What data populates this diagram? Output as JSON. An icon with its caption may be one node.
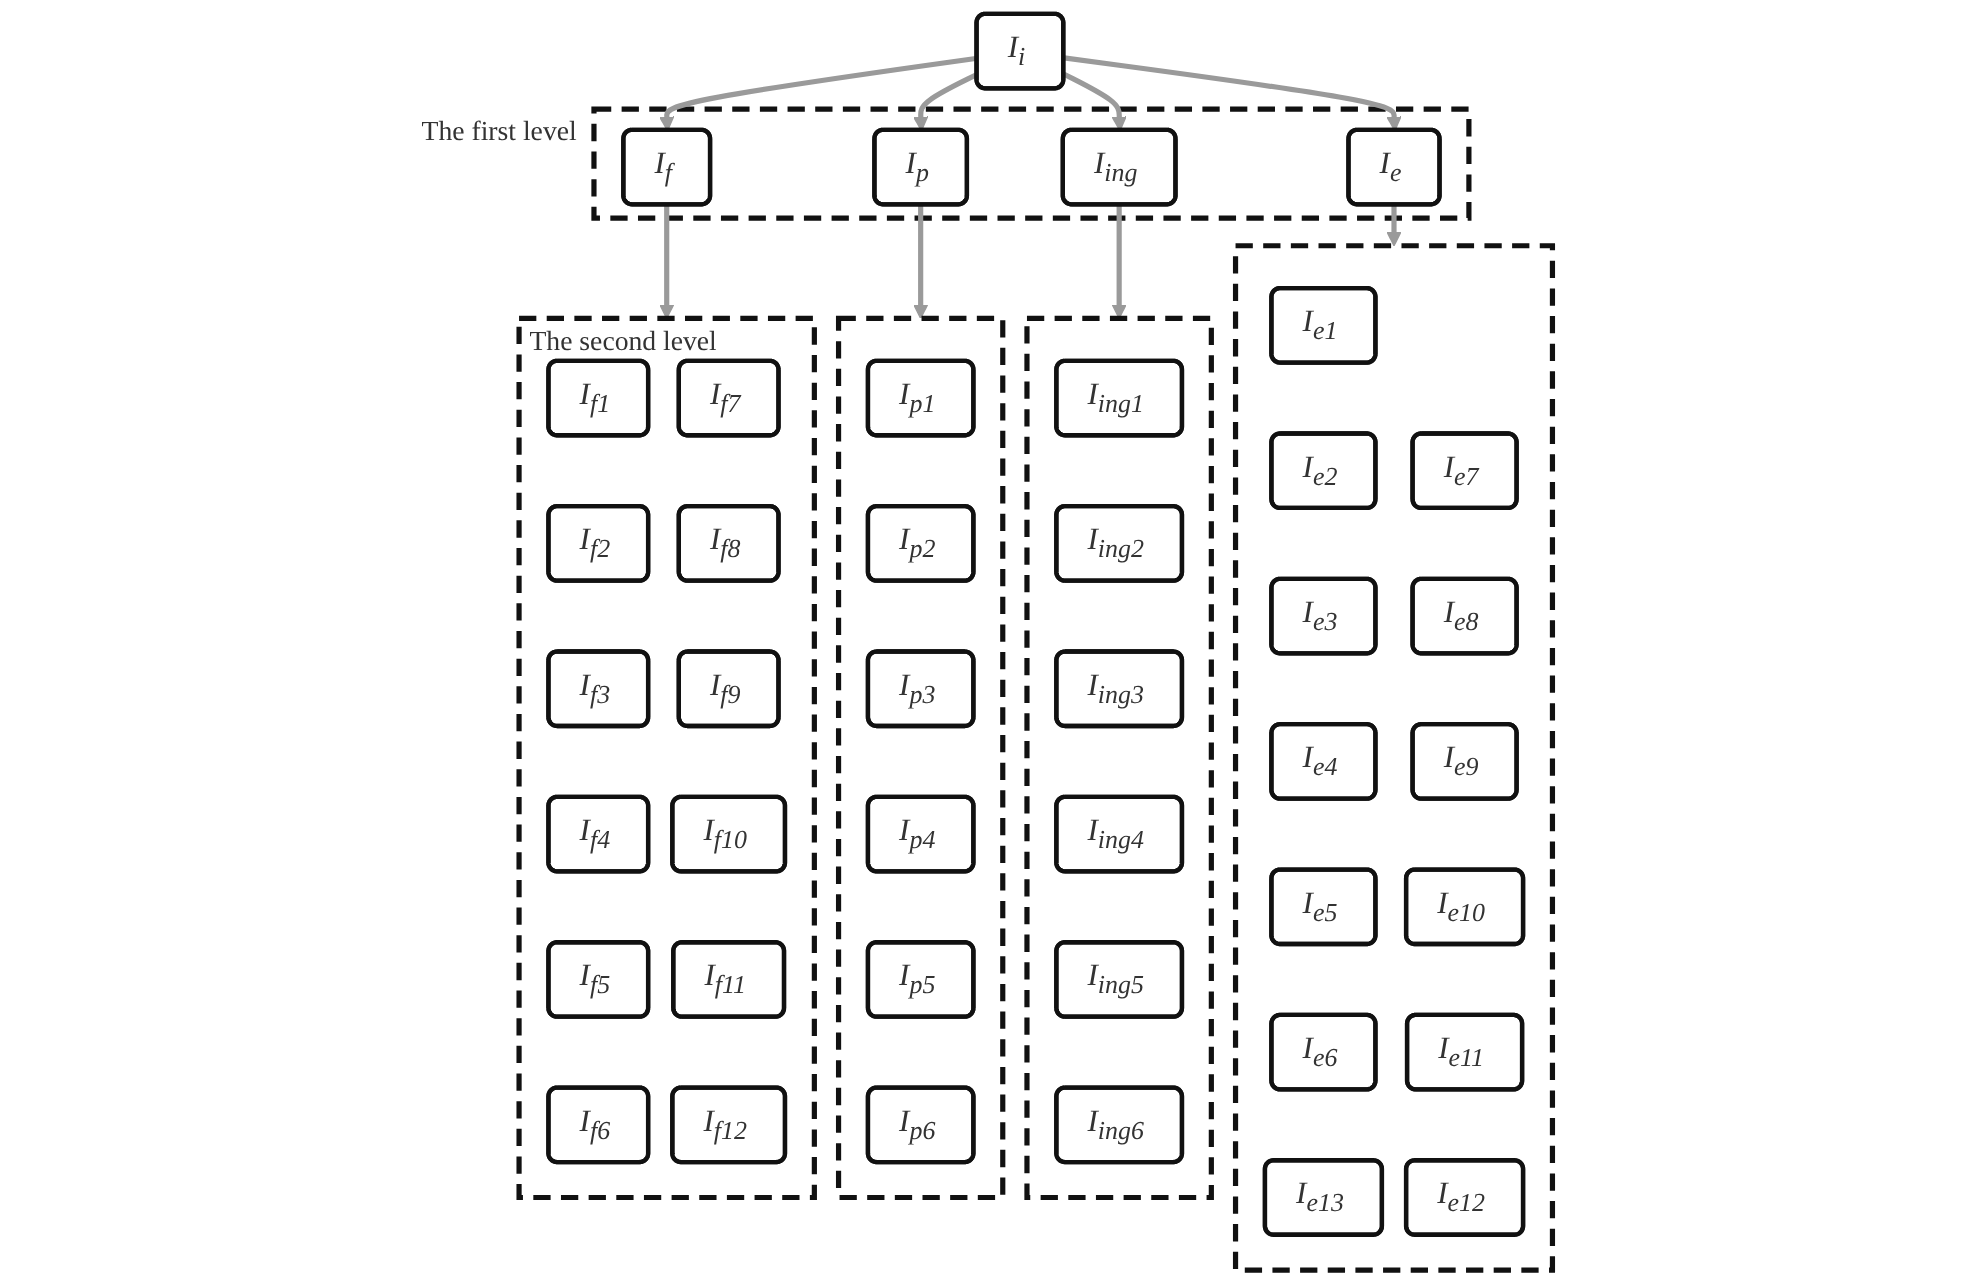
{
  "diagram": {
    "nodes": [
      {
        "text": [
          "I$_{i}$"
        ]
      },
      {
        "text": [
          "The first level"
        ]
      },
      {
        "text": [
          "I$_{f}$"
        ],
        "in": 1
      },
      {
        "text": [
          "I$_{p}$"
        ],
        "in": 1
      },
      {
        "text": [
          "I$_{ing}$"
        ],
        "in": 1
      },
      {
        "text": [
          "I$_{e}$"
        ],
        "in": 1
      },
      {
        "text": [
          "The second level"
        ]
      },
      {
        "text": [
          "I$_{f1}$"
        ],
        "in": 6
      },
      {
        "text": [
          "I$_{f7}$"
        ],
        "in": 6
      },
      {
        "text": [
          "I$_{f2}$"
        ],
        "in": 6
      },
      {
        "text": [
          "I$_{f8}$"
        ],
        "in": 6
      },
      {
        "text": [
          "I$_{f3}$"
        ],
        "in": 6
      },
      {
        "text": [
          "I$_{f9}$"
        ],
        "in": 6
      },
      {
        "text": [
          "I$_{f4}$"
        ],
        "in": 6
      },
      {
        "text": [
          "I$_{f10}$"
        ],
        "in": 6
      },
      {
        "text": [
          "I$_{f5}$"
        ],
        "in": 6
      },
      {
        "text": [
          "I$_{f11}$"
        ],
        "in": 6
      },
      {
        "text": [
          "I$_{f6}$"
        ],
        "in": 6
      },
      {
        "text": [
          "I$_{f12}$"
        ],
        "in": 6
      },
      {
        "text": [],
        "shape": "box"
      },
      {
        "text": [
          "I$_{p1}$"
        ],
        "in": 19
      },
      {
        "text": [
          "I$_{p2}$"
        ],
        "in": 19
      },
      {
        "text": [
          "I$_{p3}$"
        ],
        "in": 19
      },
      {
        "text": [
          "I$_{p4}$"
        ],
        "in": 19
      },
      {
        "text": [
          "I$_{p5}$"
        ],
        "in": 19
      },
      {
        "text": [
          "I$_{p6}$"
        ],
        "in": 19
      },
      {
        "text": [],
        "shape": "box"
      },
      {
        "text": [
          "I$_{ing1}$"
        ],
        "in": 26
      },
      {
        "text": [
          "I$_{ing2}$"
        ],
        "in": 26
      },
      {
        "text": [
          "I$_{ing3}$"
        ],
        "in": 26
      },
      {
        "text": [
          "I$_{ing4}$"
        ],
        "in": 26
      },
      {
        "text": [
          "I$_{ing5}$"
        ],
        "in": 26
      },
      {
        "text": [
          "I$_{ing6}$"
        ],
        "in": 26
      },
      {
        "text": [],
        "shape": "box"
      },
      {
        "text": [
          "I$_{e1}$"
        ],
        "in": 33
      },
      {
        "text": [
          "I$_{e7}$"
        ],
        "in": 33
      },
      {
        "text": [
          "I$_{e2}$"
        ],
        "in": 33
      },
      {
        "text": [
          "I$_{e8}$"
        ],
        "in": 33
      },
      {
        "text": [
          "I$_{e3}$"
        ],
        "in": 33
      },
      {
        "text": [
          "I$_{e9}$"
        ],
        "in": 33
      },
      {
        "text": [
          "I$_{e4}$"
        ],
        "in": 33
      },
      {
        "text": [
          "I$_{e10}$"
        ],
        "in": 33
      },
      {
        "text": [
          "I$_{e5}$"
        ],
        "in": 33
      },
      {
        "text": [
          "I$_{e11}$"
        ],
        "in": 33
      },
      {
        "text": [
          "I$_{e6}$"
        ],
        "in": 33
      },
      {
        "text": [
          "I$_{e12}$"
        ],
        "in": 33
      },
      {
        "text": [
          "I$_{e13}$"
        ],
        "in": 33
      }
    ],
    "edges": [
      {
        "from": 0,
        "to": 2,
        "arrow": "to"
      },
      {
        "from": 0,
        "to": 3,
        "arrow": "to"
      },
      {
        "from": 0,
        "to": 4,
        "arrow": "to"
      },
      {
        "from": 0,
        "to": 5,
        "arrow": "to"
      },
      {
        "from": 2,
        "to": 6,
        "arrow": "to"
      },
      {
        "from": 3,
        "to": 19,
        "arrow": "to"
      },
      {
        "from": 4,
        "to": 26,
        "arrow": "to"
      },
      {
        "from": 5,
        "to": 33,
        "arrow": "to"
      }
    ]
  }
}
